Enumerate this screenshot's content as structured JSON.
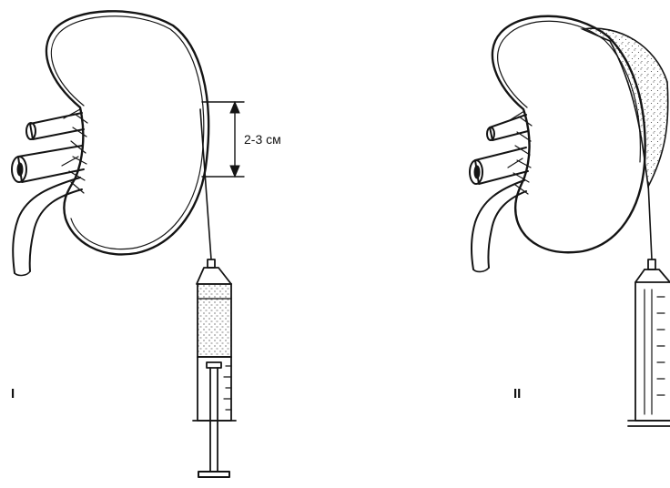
{
  "panels": [
    {
      "label": "I",
      "dimension_label": "2-3 см"
    },
    {
      "label": "II"
    }
  ],
  "colors": {
    "ink": "#141414",
    "background": "#ffffff"
  }
}
